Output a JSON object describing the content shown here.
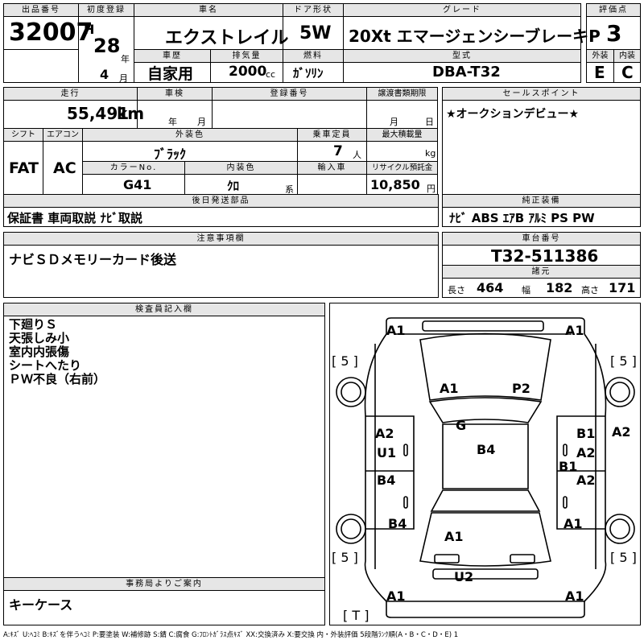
{
  "header": {
    "lot_no_label": "出品番号",
    "lot_no": "32007",
    "first_reg_label": "初度登録",
    "era": "H",
    "year": "28",
    "year_unit": "年",
    "month": "4",
    "month_unit": "月",
    "car_name_label": "車名",
    "car_name": "エクストレイル",
    "door_label": "ドア形状",
    "door": "5W",
    "grade_label": "グレード",
    "grade": "20Xt エマージェンシーブレーキP",
    "score_label": "評価点",
    "score": "3",
    "history_label": "車歴",
    "history": "自家用",
    "displacement_label": "排気量",
    "displacement": "2000",
    "displacement_unit": "cc",
    "fuel_label": "燃料",
    "fuel": "ｶﾞｿﾘﾝ",
    "model_label": "型式",
    "model": "DBA-T32",
    "ext_label": "外装",
    "ext_grade": "E",
    "int_label": "内装",
    "int_grade": "C"
  },
  "row2": {
    "mileage_label": "走行",
    "mileage": "55,491",
    "mileage_unit": "km",
    "inspection_label": "車検",
    "ins_year_unit": "年",
    "ins_month_unit": "月",
    "reg_no_label": "登録番号",
    "transfer_label": "譲渡書類期限",
    "tr_month_unit": "月",
    "tr_day_unit": "日",
    "sales_point_label": "セールスポイント",
    "sales_point": "★オークションデビュー★"
  },
  "row3": {
    "shift_label": "シフト",
    "shift": "FAT",
    "ac_label": "エアコン",
    "ac": "AC",
    "ext_color_label": "外装色",
    "ext_color": "ﾌﾞﾗｯｸ",
    "capacity_label": "乗車定員",
    "capacity": "7",
    "capacity_unit": "人",
    "load_label": "最大積載量",
    "load_unit": "kg",
    "color_no_label": "カラーNo.",
    "color_no": "G41",
    "int_color_label": "内装色",
    "int_color": "ｸﾛ",
    "int_color_unit": "系",
    "import_label": "輸入車",
    "recycle_label": "リサイクル預託金",
    "recycle": "10,850",
    "recycle_unit": "円"
  },
  "row4": {
    "later_parts_label": "後日発送部品",
    "later_parts": "保証書 車両取説 ﾅﾋﾞ取説",
    "equip_label": "純正装備",
    "equip": "ﾅﾋﾞ ABS ｴｱB ｱﾙﾐ PS PW"
  },
  "row5": {
    "notes_label": "注意事項欄",
    "notes": "ナビＳＤメモリーカード後送",
    "chassis_label": "車台番号",
    "chassis": "T32-511386",
    "specs_label": "諸元",
    "length_label": "長さ",
    "length": "464",
    "width_label": "幅",
    "width": "182",
    "height_label": "高さ",
    "height": "171"
  },
  "inspector": {
    "label": "検査員記入欄",
    "lines": [
      "下廻りＳ",
      "天張しみ小",
      "室内内張傷",
      "シートへたり",
      "ＰＷ不良（右前）"
    ]
  },
  "office": {
    "label": "事務局よりご案内",
    "text": "キーケース"
  },
  "diagram": {
    "marks": [
      "A1",
      "A1",
      "A1",
      "P2",
      "G",
      "B4",
      "A2",
      "U1",
      "B4",
      "B1",
      "A2",
      "A2",
      "A2",
      "B1",
      "B4",
      "A1",
      "A1",
      "U2",
      "A1",
      "A1"
    ],
    "bracket_left_top": "[ 5 ]",
    "bracket_right_top": "[ 5 ]",
    "bracket_left_bottom": "[ 5 ]",
    "bracket_right_bottom": "[ 5 ]",
    "bracket_t": "[ T ]"
  },
  "legend": "A:ｷｽﾞ U:ﾍｺﾐ B:ｷｽﾞを伴うﾍｺﾐ P:要塗装 W:補修跡 S:錆 C:腐食 G:ﾌﾛﾝﾄｶﾞﾗｽ点ｷｽﾞ XX:交換済み X:要交換 内・外装評価 5段階ﾗﾝｸ順(A・B・C・D・E) 1"
}
